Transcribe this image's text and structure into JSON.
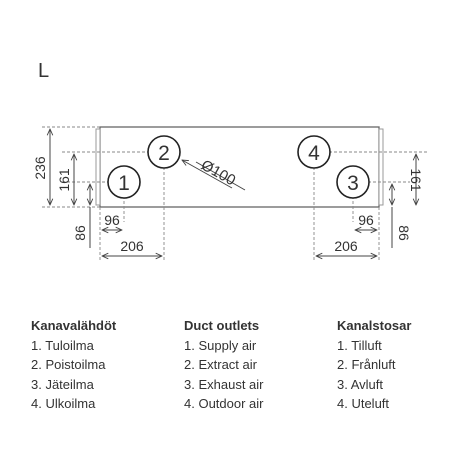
{
  "variant_label": "L",
  "drawing": {
    "outlets": [
      {
        "number": "1"
      },
      {
        "number": "2"
      },
      {
        "number": "3"
      },
      {
        "number": "4"
      }
    ],
    "diameter_label": "Ø100",
    "dimensions": {
      "height_total": "236",
      "offset_161_left": "161",
      "offset_86_left": "86",
      "offset_161_right": "161",
      "offset_86_right": "86",
      "horiz_96_left": "96",
      "horiz_206_left": "206",
      "horiz_96_right": "96",
      "horiz_206_right": "206"
    }
  },
  "legend": [
    {
      "heading": "Kanavalähdöt",
      "items": [
        "1. Tuloilma",
        "2. Poistoilma",
        "3. Jäteilma",
        "4. Ulkoilma"
      ]
    },
    {
      "heading": "Duct outlets",
      "items": [
        "1. Supply air",
        "2. Extract air",
        "3. Exhaust air",
        "4. Outdoor air"
      ]
    },
    {
      "heading": "Kanalstosar",
      "items": [
        "1. Tilluft",
        "2. Frånluft",
        "3. Avluft",
        "4. Uteluft"
      ]
    }
  ]
}
